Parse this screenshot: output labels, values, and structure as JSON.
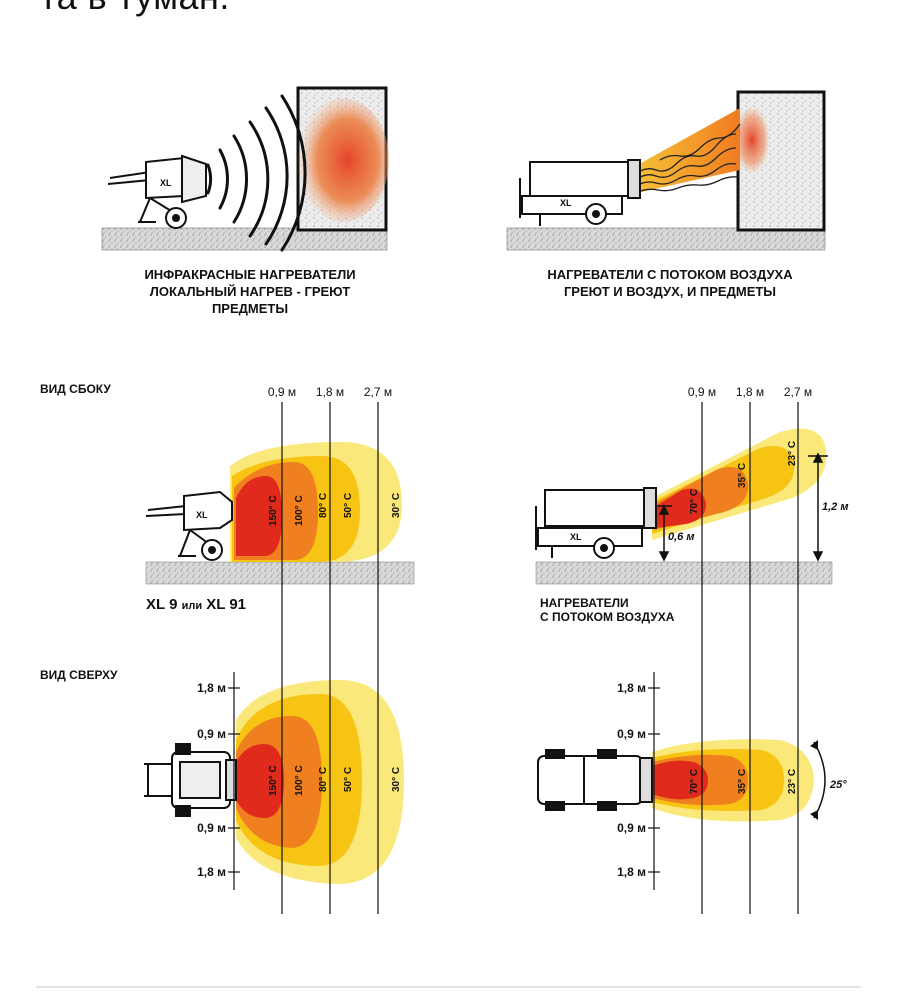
{
  "intro": {
    "partial_text": "та в туман."
  },
  "captions": {
    "infrared": [
      "ИНФРАКРАСНЫЕ НАГРЕВАТЕЛИ",
      "ЛОКАЛЬНЫЙ НАГРЕВ - ГРЕЮТ ПРЕДМЕТЫ"
    ],
    "airflow": [
      "НАГРЕВАТЕЛИ С ПОТОКОМ ВОЗДУХА",
      "ГРЕЮТ И ВОЗДУХ, И ПРЕДМЕТЫ"
    ]
  },
  "side_view": {
    "title": "ВИД СБОКУ",
    "distances": [
      "0,9 м",
      "1,8 м",
      "2,7 м"
    ],
    "infrared_temps": [
      "150° C",
      "100° C",
      "80° C",
      "50° C",
      "30° C"
    ],
    "airflow_temps": [
      "70° C",
      "35° C",
      "23° C"
    ],
    "heights": [
      "0,6 м",
      "1,2 м"
    ]
  },
  "models": {
    "infrared_model_a": "XL 9",
    "infrared_model_or": "или",
    "infrared_model_b": "XL 91",
    "airflow_label": [
      "НАГРЕВАТЕЛИ",
      "С ПОТОКОМ ВОЗДУХА"
    ]
  },
  "top_view": {
    "title": "ВИД СВЕРХУ",
    "widths": [
      "1,8 м",
      "0,9 м",
      "0,9 м",
      "1,8 м"
    ],
    "infrared_temps": [
      "150° C",
      "100° C",
      "80° C",
      "50° C",
      "30° C"
    ],
    "airflow_temps": [
      "70° C",
      "35° C",
      "23° C"
    ],
    "angle": "25°"
  },
  "colors": {
    "zone1": "#e02a1b",
    "zone2": "#f07f1f",
    "zone3": "#f8c414",
    "zone4": "#fbe87a"
  }
}
